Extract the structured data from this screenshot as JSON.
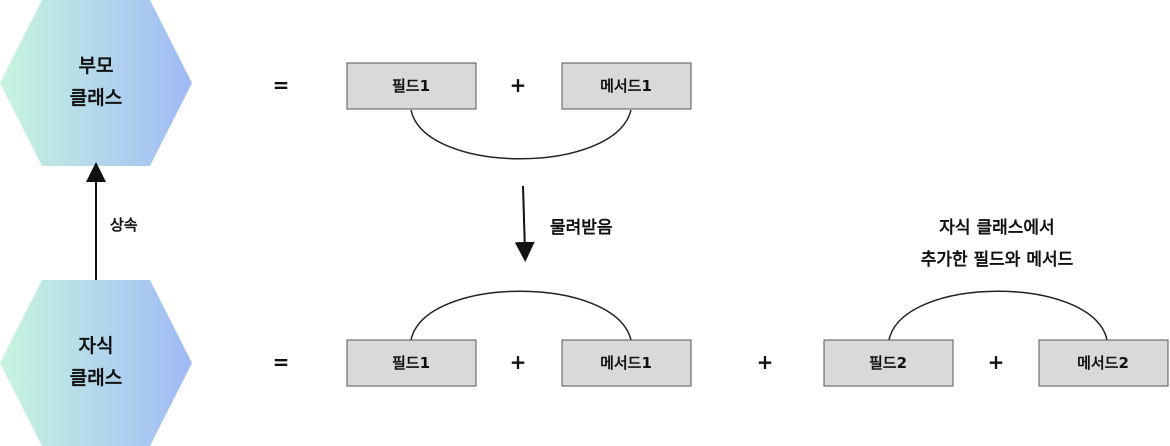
{
  "parent_class": {
    "line1": "부모",
    "line2": "클래스"
  },
  "child_class": {
    "line1": "자식",
    "line2": "클래스"
  },
  "inherit_label": "상속",
  "inherited_label": "물려받음",
  "added_label": {
    "line1": "자식 클래스에서",
    "line2": "추가한 필드와 메서드"
  },
  "operators": {
    "equals": "=",
    "plus": "+"
  },
  "parent_row": {
    "field": "필드1",
    "method": "메서드1"
  },
  "child_row": {
    "field1": "필드1",
    "method1": "메서드1",
    "field2": "필드2",
    "method2": "메서드2"
  },
  "colors": {
    "hex_gradient_start": "#c8f5de",
    "hex_gradient_end": "#9fbaf6",
    "box_fill": "#d9d9d9"
  }
}
